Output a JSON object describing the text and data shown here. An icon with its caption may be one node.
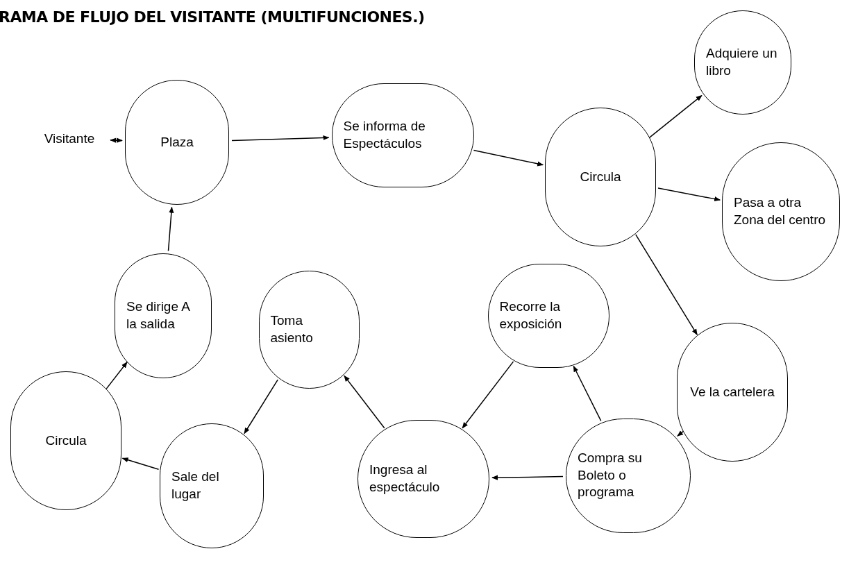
{
  "diagram": {
    "title": "RAMA DE FLUJO DEL VISITANTE (MULTIFUNCIONES.)",
    "nodes": [
      {
        "text": [
          "Visitante"
        ]
      },
      {
        "text": [
          "Plaza"
        ]
      },
      {
        "text": [
          "Se informa de Espectáculos"
        ]
      },
      {
        "text": [
          "Circula"
        ]
      },
      {
        "text": [
          "Adquiere un libro"
        ]
      },
      {
        "text": [
          "Pasa a otra Zona del centro"
        ]
      },
      {
        "text": [
          "Ve la cartelera"
        ]
      },
      {
        "text": [
          "Compra su Boleto o programa"
        ]
      },
      {
        "text": [
          "Recorre la exposición"
        ]
      },
      {
        "text": [
          "Ingresa al espectáculo"
        ]
      },
      {
        "text": [
          "Toma asiento"
        ]
      },
      {
        "text": [
          "Sale del lugar"
        ]
      },
      {
        "text": [
          "Circula"
        ]
      },
      {
        "text": [
          "Se dirige A la salida"
        ]
      }
    ],
    "edges": [
      {
        "from": 0,
        "to": 1,
        "arrow": "both"
      },
      {
        "from": 1,
        "to": 2,
        "arrow": "to"
      },
      {
        "from": 2,
        "to": 3,
        "arrow": "to"
      },
      {
        "from": 3,
        "to": 4,
        "arrow": "to"
      },
      {
        "from": 3,
        "to": 5,
        "arrow": "to"
      },
      {
        "from": 3,
        "to": 6,
        "arrow": "to"
      },
      {
        "from": 6,
        "to": 7,
        "arrow": "to"
      },
      {
        "from": 7,
        "to": 8,
        "arrow": "to"
      },
      {
        "from": 8,
        "to": 9,
        "arrow": "to"
      },
      {
        "from": 7,
        "to": 9,
        "arrow": "to"
      },
      {
        "from": 9,
        "to": 10,
        "arrow": "to"
      },
      {
        "from": 10,
        "to": 11,
        "arrow": "to"
      },
      {
        "from": 11,
        "to": 12,
        "arrow": "to"
      },
      {
        "from": 12,
        "to": 13,
        "arrow": "to"
      },
      {
        "from": 13,
        "to": 1,
        "arrow": "to"
      }
    ]
  }
}
